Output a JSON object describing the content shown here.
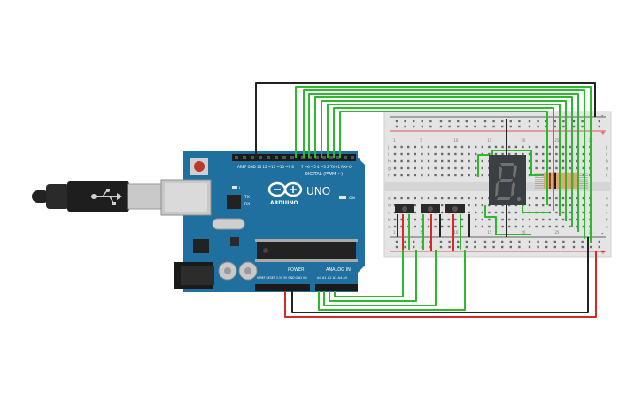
{
  "board": {
    "brand": "ARDUINO",
    "model": "UNO",
    "header_left": "AREF  GND  13  12  ~11  ~10  ~9  8",
    "header_right": "7  ~6  ~5  4  ~3  2  TX→1  RX←0",
    "digital_label": "DIGITAL (PWM ~)",
    "power_label": "POWER",
    "analog_label": "ANALOG IN",
    "power_pins": "IOREF  RESET  3.3V  5V  GND  GND  Vin",
    "analog_pins": "A0  A1  A2  A3  A4  A5",
    "tx_label": "TX",
    "rx_label": "RX",
    "l_label": "L",
    "on_label": "ON"
  },
  "breadboard": {
    "column_numbers": [
      "1",
      "",
      "",
      "",
      "5",
      "",
      "",
      "",
      "",
      "10",
      "",
      "",
      "",
      "",
      "15",
      "",
      "",
      "",
      "",
      "20",
      "",
      "",
      "",
      "",
      "25",
      "",
      "",
      "",
      "",
      "30"
    ],
    "row_letters_top": [
      "j",
      "i",
      "h",
      "g",
      "f"
    ],
    "row_letters_bottom": [
      "e",
      "d",
      "c",
      "b",
      "a"
    ],
    "plus_sign": "+",
    "minus_sign": "-"
  },
  "display": {
    "digit": "8.",
    "segment_color": "#707070",
    "body_color": "#3a3f44"
  },
  "colors": {
    "board": "#1f6f9f",
    "wire_green": "#2eb82e",
    "wire_black": "#222222",
    "wire_red": "#d62828",
    "resistor": "#e0a870"
  }
}
